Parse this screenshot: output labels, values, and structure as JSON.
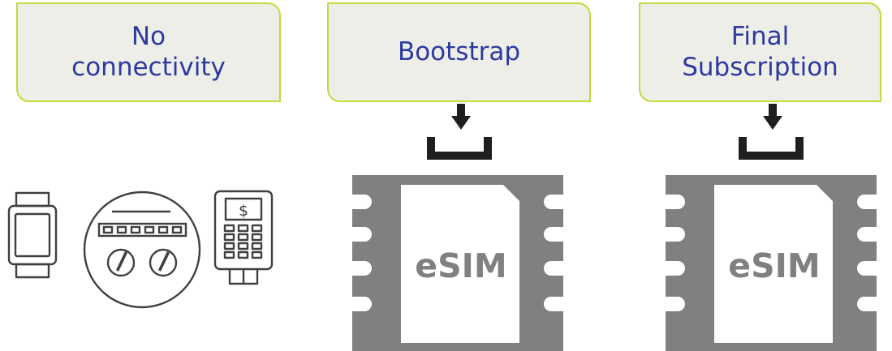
{
  "stages": [
    {
      "id": "no-connectivity",
      "label": "No\nconnectivity"
    },
    {
      "id": "bootstrap",
      "label": "Bootstrap"
    },
    {
      "id": "final-subscription",
      "label": "Final\nSubscription"
    }
  ],
  "devices": {
    "terminal_symbol": "$",
    "icon_names": [
      "smartwatch-icon",
      "meter-icon",
      "payment-terminal-icon"
    ]
  },
  "chips": [
    {
      "label": "eSIM"
    },
    {
      "label": "eSIM"
    }
  ],
  "colors": {
    "box_fill": "#eeeee9",
    "box_border": "#c6d83c",
    "box_text": "#2c3aa0",
    "chip_gray": "#808080",
    "arrow": "#1f1f1f",
    "device_stroke": "#404040"
  }
}
